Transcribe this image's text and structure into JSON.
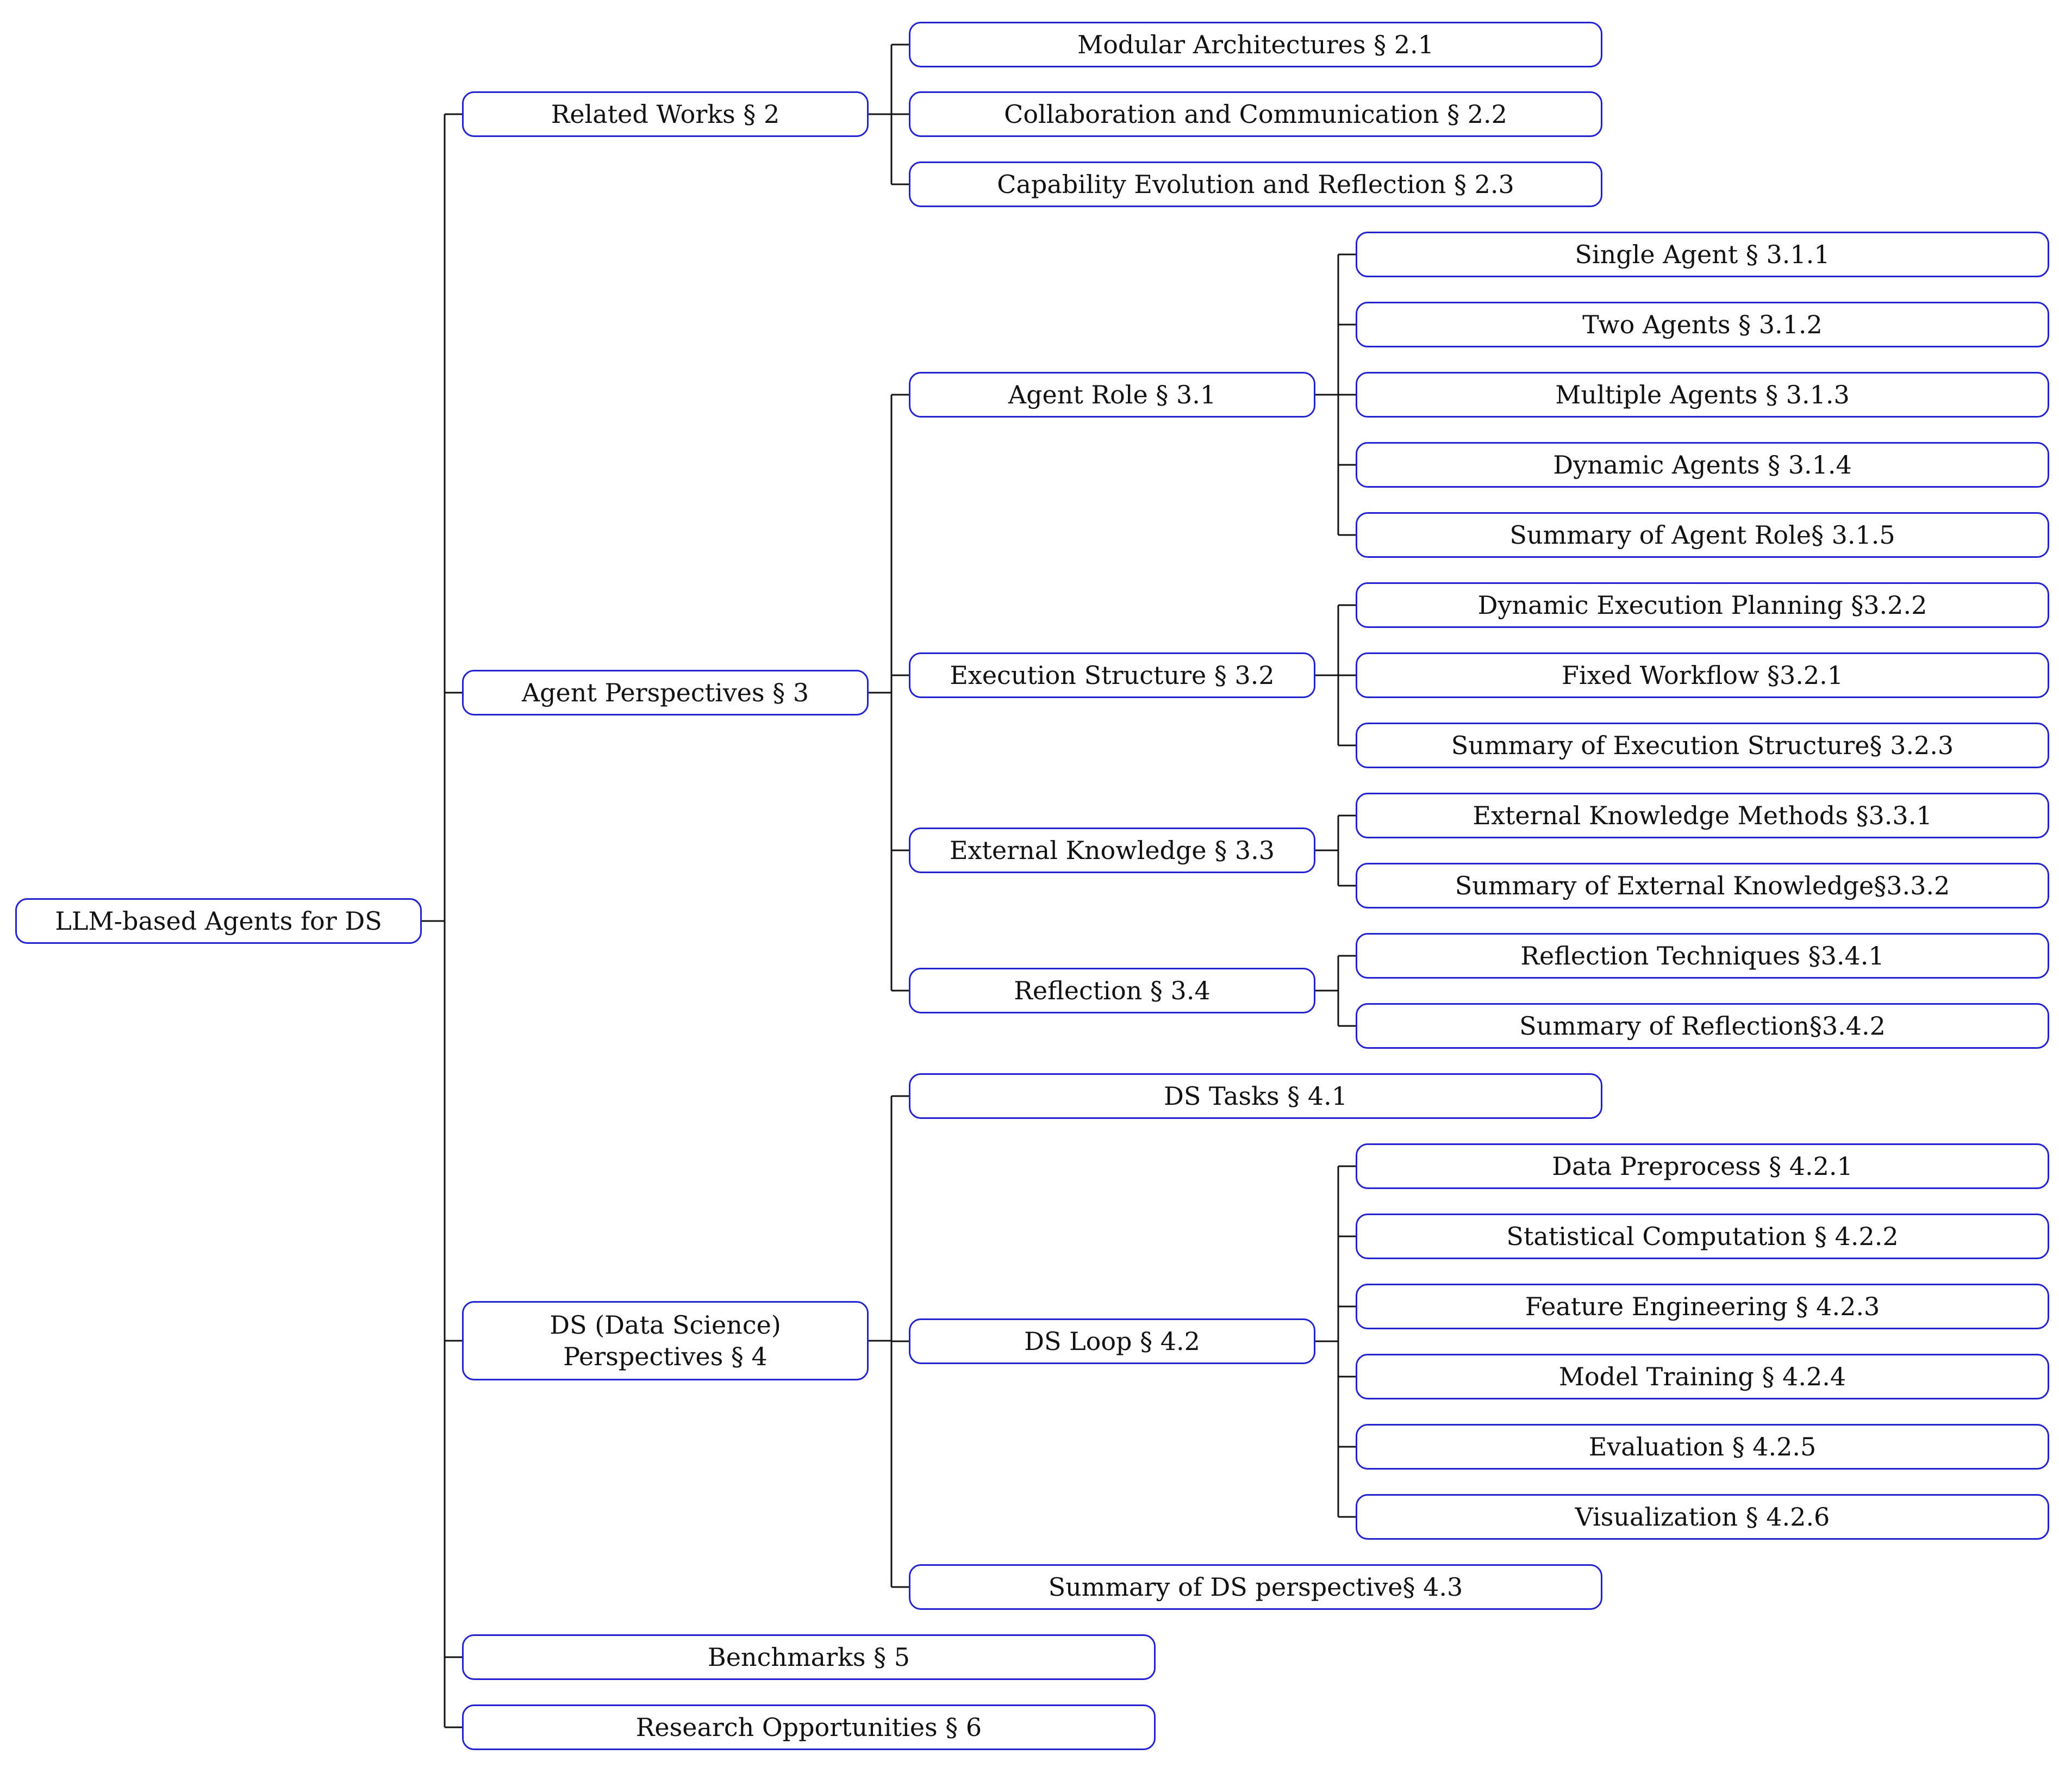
{
  "colors": {
    "box_border": "#2222d0",
    "connector": "#111111",
    "text": "#111111",
    "background": "#ffffff"
  },
  "tree": {
    "label": "LLM-based Agents for DS",
    "children": [
      {
        "label": "Related Works § 2",
        "children": [
          {
            "label": "Modular Architectures § 2.1"
          },
          {
            "label": "Collaboration and Communication § 2.2"
          },
          {
            "label": "Capability Evolution and Reflection § 2.3"
          }
        ]
      },
      {
        "label": "Agent Perspectives § 3",
        "children": [
          {
            "label": "Agent Role § 3.1",
            "children": [
              {
                "label": "Single Agent § 3.1.1"
              },
              {
                "label": "Two Agents § 3.1.2"
              },
              {
                "label": "Multiple Agents § 3.1.3"
              },
              {
                "label": "Dynamic Agents § 3.1.4"
              },
              {
                "label": "Summary of Agent Role§ 3.1.5"
              }
            ]
          },
          {
            "label": "Execution Structure § 3.2",
            "children": [
              {
                "label": "Dynamic Execution Planning §3.2.2"
              },
              {
                "label": "Fixed Workflow §3.2.1"
              },
              {
                "label": "Summary of Execution Structure§ 3.2.3"
              }
            ]
          },
          {
            "label": "External Knowledge § 3.3",
            "children": [
              {
                "label": "External Knowledge Methods §3.3.1"
              },
              {
                "label": "Summary of External Knowledge§3.3.2"
              }
            ]
          },
          {
            "label": "Reflection § 3.4",
            "children": [
              {
                "label": "Reflection Techniques §3.4.1"
              },
              {
                "label": "Summary of Reflection§3.4.2"
              }
            ]
          }
        ]
      },
      {
        "label": "DS (Data Science)\nPerspectives § 4",
        "children": [
          {
            "label": "DS Tasks § 4.1"
          },
          {
            "label": "DS Loop § 4.2",
            "children": [
              {
                "label": "Data Preprocess § 4.2.1"
              },
              {
                "label": "Statistical Computation § 4.2.2"
              },
              {
                "label": "Feature Engineering § 4.2.3"
              },
              {
                "label": "Model Training § 4.2.4"
              },
              {
                "label": "Evaluation § 4.2.5"
              },
              {
                "label": "Visualization § 4.2.6"
              }
            ]
          },
          {
            "label": "Summary of DS perspective§ 4.3"
          }
        ]
      },
      {
        "label": "Benchmarks § 5"
      },
      {
        "label": "Research Opportunities § 6"
      }
    ]
  }
}
